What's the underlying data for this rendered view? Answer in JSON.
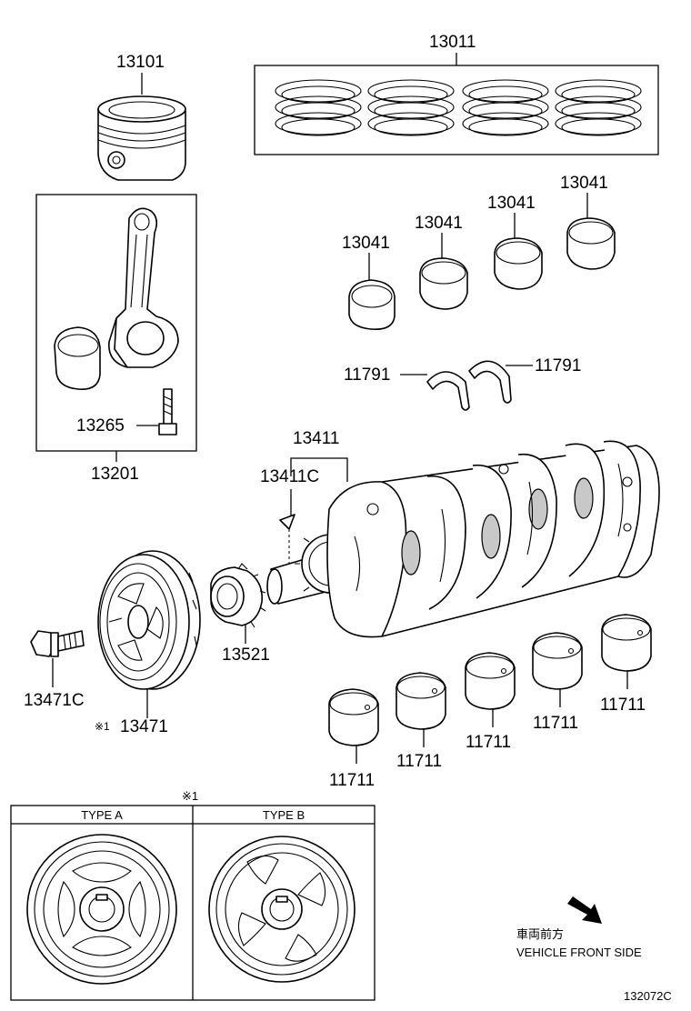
{
  "labels": {
    "piston": "13101",
    "ring_set": "13011",
    "rod_assy": "13201",
    "rod_bolt": "13265",
    "rod_bearing_1": "13041",
    "rod_bearing_2": "13041",
    "rod_bearing_3": "13041",
    "rod_bearing_4": "13041",
    "thrust_washer_left": "11791",
    "thrust_washer_right": "11791",
    "crankshaft": "13411",
    "crank_key": "13411C",
    "crank_sprocket": "13521",
    "pulley_bolt": "13471C",
    "pulley_mark": "※1",
    "pulley": "13471",
    "main_bearing_1": "11711",
    "main_bearing_2": "11711",
    "main_bearing_3": "11711",
    "main_bearing_4": "11711",
    "main_bearing_5": "11711"
  },
  "types_panel": {
    "mark": "※1",
    "type_a": "TYPE A",
    "type_b": "TYPE B"
  },
  "direction": {
    "jp": "車両前方",
    "en": "VEHICLE FRONT SIDE"
  },
  "diagram_code": "132072C"
}
